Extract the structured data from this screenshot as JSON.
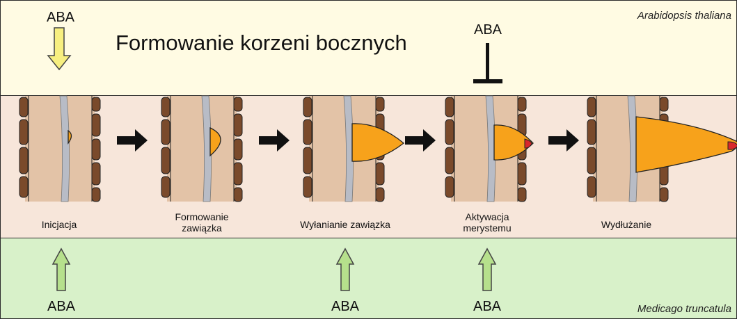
{
  "top": {
    "species": "Arabidopsis thaliana",
    "title": "Formowanie korzeni bocznych",
    "aba_promote_label": "ABA",
    "aba_inhibit_label": "ABA"
  },
  "stages": [
    {
      "label": "Inicjacja"
    },
    {
      "label": "Formowanie\nzawiązka"
    },
    {
      "label": "Wyłanianie zawiązka"
    },
    {
      "label": "Aktywacja\nmerystemu"
    },
    {
      "label": "Wydłużanie"
    }
  ],
  "bottom": {
    "species": "Medicago truncatula",
    "aba_labels": [
      "ABA",
      "ABA",
      "ABA"
    ]
  },
  "colors": {
    "top_band": "#fffbe3",
    "middle_band": "#f7e6da",
    "bottom_band": "#d8f1c9",
    "root_cortex": "#e3c3a7",
    "root_cells": "#7a4a2b",
    "vascular": "#b8bcc6",
    "primordium": "#f7a21b",
    "meristem": "#d8282c",
    "arrow_yellow": "#f7ef80",
    "arrow_green": "#b6e08c"
  }
}
